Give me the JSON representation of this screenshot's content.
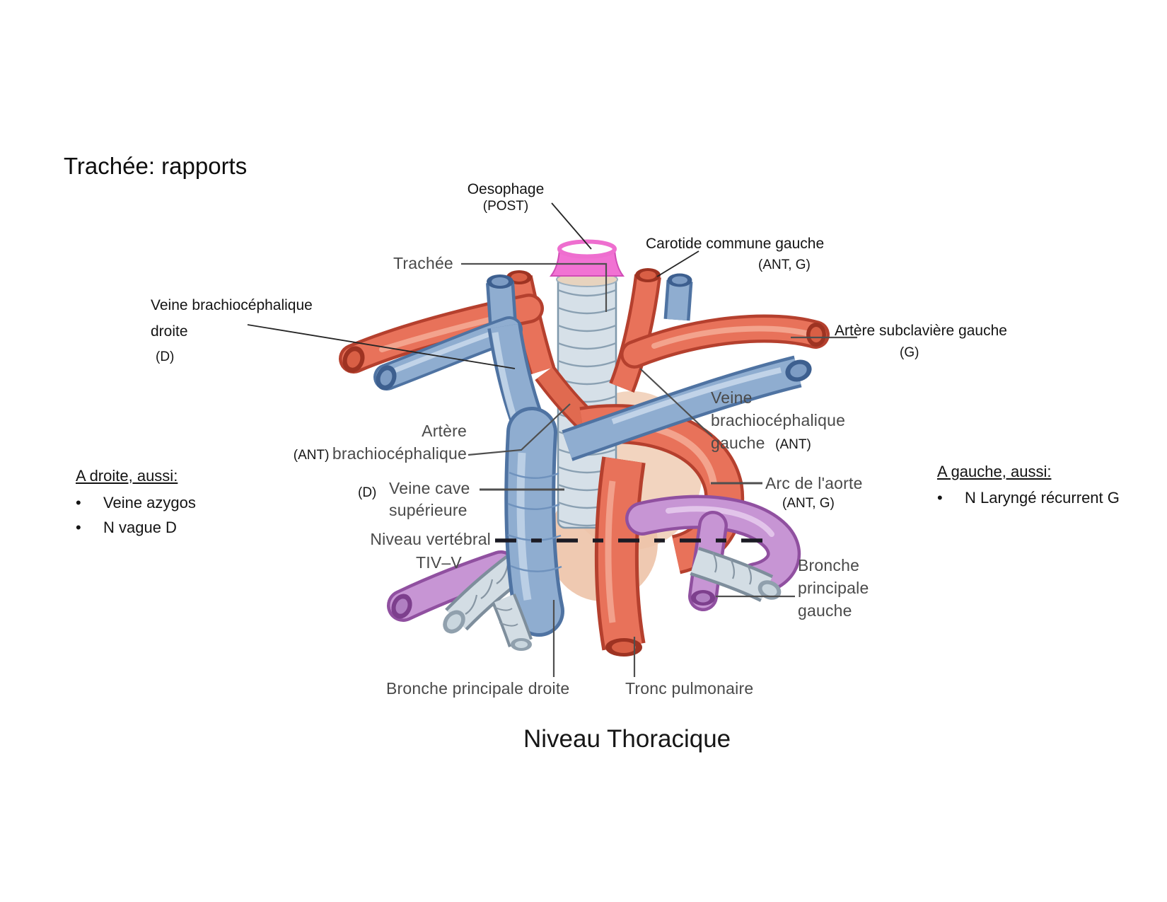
{
  "slide": {
    "title": "Trachée: rapports",
    "caption": "Niveau Thoracique"
  },
  "side_notes": {
    "bullet": "•",
    "right": {
      "heading": "A droite, aussi:",
      "items": [
        "Veine azygos",
        "N vague D"
      ]
    },
    "left": {
      "heading": "A gauche, aussi:",
      "items": [
        "N Laryngé récurrent G"
      ]
    }
  },
  "labels": {
    "oesophage": {
      "name": "Oesophage",
      "pos": "(POST)"
    },
    "carotide_commune_gauche": {
      "name": "Carotide commune gauche",
      "pos": "(ANT, G)"
    },
    "trachee": {
      "name": "Trachée"
    },
    "veine_brachiocephalique_droite": {
      "name": "Veine brachiocéphalique",
      "name2": "droite",
      "pos": "(D)"
    },
    "artere_subclaviere_gauche": {
      "name": "Artère subclavière gauche",
      "pos": "(G)"
    },
    "artere_brachiocephalique": {
      "name": "Artère",
      "name2": "brachiocéphalique",
      "pos": "(ANT)"
    },
    "veine_brachiocephalique_gauche": {
      "name": "Veine",
      "name2": "brachiocéphalique",
      "name3": "gauche",
      "pos": "(ANT)"
    },
    "veine_cave_superieure": {
      "name": "Veine cave",
      "name2": "supérieure",
      "pos": "(D)"
    },
    "arc_de_l_aorte": {
      "name": "Arc de l'aorte",
      "pos": "(ANT, G)"
    },
    "niveau_vertebral": {
      "name": "Niveau vertébral",
      "name2": "TIV–V"
    },
    "bronche_principale_gauche": {
      "name": "Bronche",
      "name2": "principale",
      "name3": "gauche"
    },
    "bronche_principale_droite": {
      "name": "Bronche principale droite"
    },
    "tronc_pulmonaire": {
      "name": "Tronc pulmonaire"
    }
  },
  "colors": {
    "esophagus_pink": "#f172d3",
    "artery_red": "#e8725a",
    "vein_blue": "#8fadd0",
    "bronchus_purple": "#c795d4",
    "trachea_gray_blue": "#d6e0e8",
    "textbook_label_gray": "#4a4a4a",
    "annotation_black": "#141414"
  }
}
